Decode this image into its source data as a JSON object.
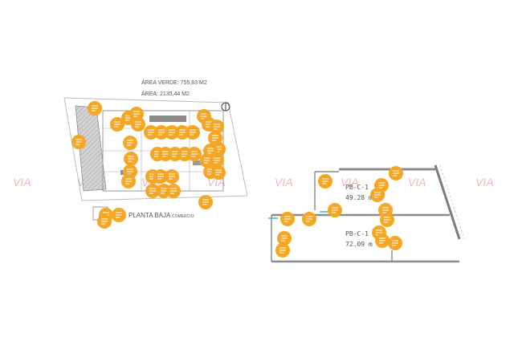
{
  "plan_left": {
    "area_verde": "ÁREA VERDE: 755,83 M2",
    "area": "ÁREA: 2135,44 M2",
    "title": "PLANTA BAJA",
    "subtitle": "COMERCIO"
  },
  "plan_right": {
    "room1_code": "PB-C-1",
    "room1_area": "49.28 m",
    "room2_code": "PB-C-1",
    "room2_area": "72.09 m"
  },
  "watermark": "VIA",
  "colors": {
    "marker": "#f5a623",
    "wall": "#8c8c8c",
    "hatch": "#9a9a9a",
    "watermark": "#f2b8b8"
  },
  "icons": {
    "marker": "comment-marker-icon",
    "north": "north-arrow-icon"
  }
}
